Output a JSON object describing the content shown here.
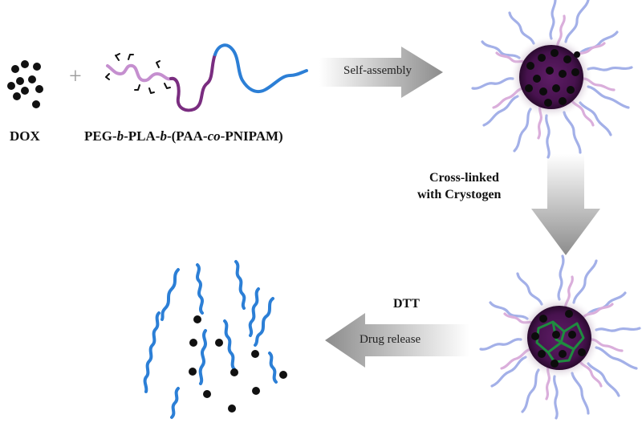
{
  "labels": {
    "dox": "DOX",
    "polymer": {
      "p1": "PEG-",
      "p2": "b",
      "p3": "-PLA-",
      "p4": "b",
      "p5": "-(PAA-",
      "p6": "co",
      "p7": "-PNIPAM)"
    },
    "plus": "+",
    "self_assembly": "Self-assembly",
    "crosslink_line1": "Cross-linked",
    "crosslink_line2": "with Crystogen",
    "dtt": "DTT",
    "drug_release": "Drug release"
  },
  "colors": {
    "peg": "#c58fcf",
    "pla": "#7a2d80",
    "paa_pnipam": "#2c7fd6",
    "corona_blue": "#9aa8e6",
    "corona_pink": "#d7a6d8",
    "core": "#4b1550",
    "crosslink": "#1f8c3f",
    "dox": "#111111"
  }
}
